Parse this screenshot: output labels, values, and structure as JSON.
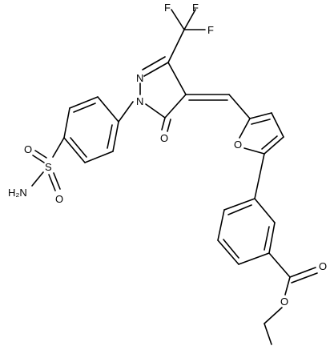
{
  "structure": {
    "atom_labels": {
      "F1": "F",
      "F2": "F",
      "F3": "F",
      "N_ring2": "N",
      "N_ring1": "N",
      "O_keto": "O",
      "O_furan": "O",
      "S": "S",
      "O_s1": "O",
      "O_s2": "O",
      "NH2": "H₂N",
      "O_carbonyl": "O",
      "O_ester": "O"
    }
  }
}
